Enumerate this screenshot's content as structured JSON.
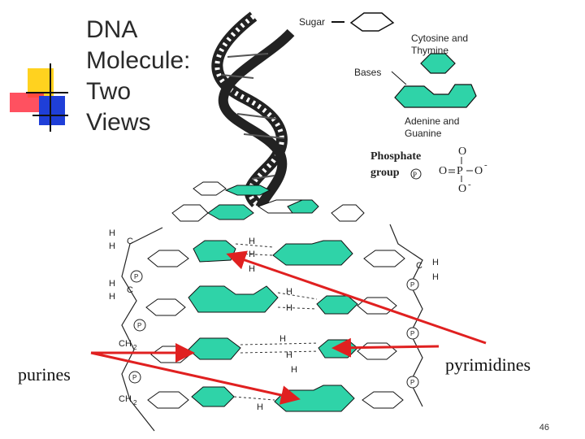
{
  "slide": {
    "title_lines": [
      "DNA",
      "Molecule:",
      "Two",
      "Views"
    ],
    "page_number": "46"
  },
  "legend": {
    "sugar": "Sugar",
    "pyrimidines_caption_1": "Cytosine and",
    "pyrimidines_caption_2": "Thymine",
    "bases": "Bases",
    "purines_caption_1": "Adenine and",
    "purines_caption_2": "Guanine",
    "phosphate_1": "Phosphate",
    "phosphate_2": "group"
  },
  "annotations": {
    "purines": "purines",
    "pyrimidines": "pyrimidines"
  },
  "colors": {
    "base_fill": "#2fd3a8",
    "arrow": "#e02020",
    "deco_yellow": "#ffd21f",
    "deco_red": "#ff3344",
    "deco_blue": "#1f3fd8"
  }
}
